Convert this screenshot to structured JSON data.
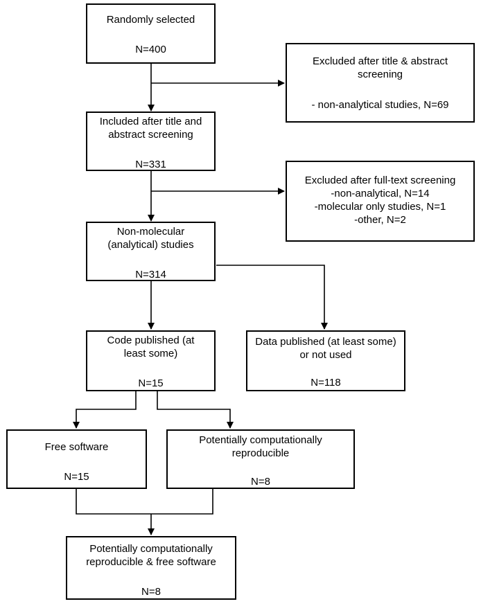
{
  "boxes": {
    "randomly_selected": {
      "title": "Randomly selected",
      "count": "N=400"
    },
    "excluded_title_abstract": {
      "title": "Excluded after title & abstract screening",
      "detail": "- non-analytical studies, N=69"
    },
    "included_title_abstract": {
      "title": "Included after title and abstract screening",
      "count": "N=331"
    },
    "excluded_full_text": {
      "title": "Excluded after full-text screening",
      "lines": [
        "-non-analytical, N=14",
        "-molecular only studies, N=1",
        "-other, N=2"
      ]
    },
    "non_molecular": {
      "title": "Non-molecular (analytical) studies",
      "count": "N=314"
    },
    "code_published": {
      "title": "Code published (at least some)",
      "count": "N=15"
    },
    "data_published": {
      "title": "Data published (at least some) or not used",
      "count": "N=118"
    },
    "free_software": {
      "title": "Free software",
      "count": "N=15"
    },
    "potentially_reproducible": {
      "title": "Potentially computationally reproducible",
      "count": "N=8"
    },
    "reproducible_and_free": {
      "title": "Potentially computationally reproducible & free software",
      "count": "N=8"
    }
  }
}
